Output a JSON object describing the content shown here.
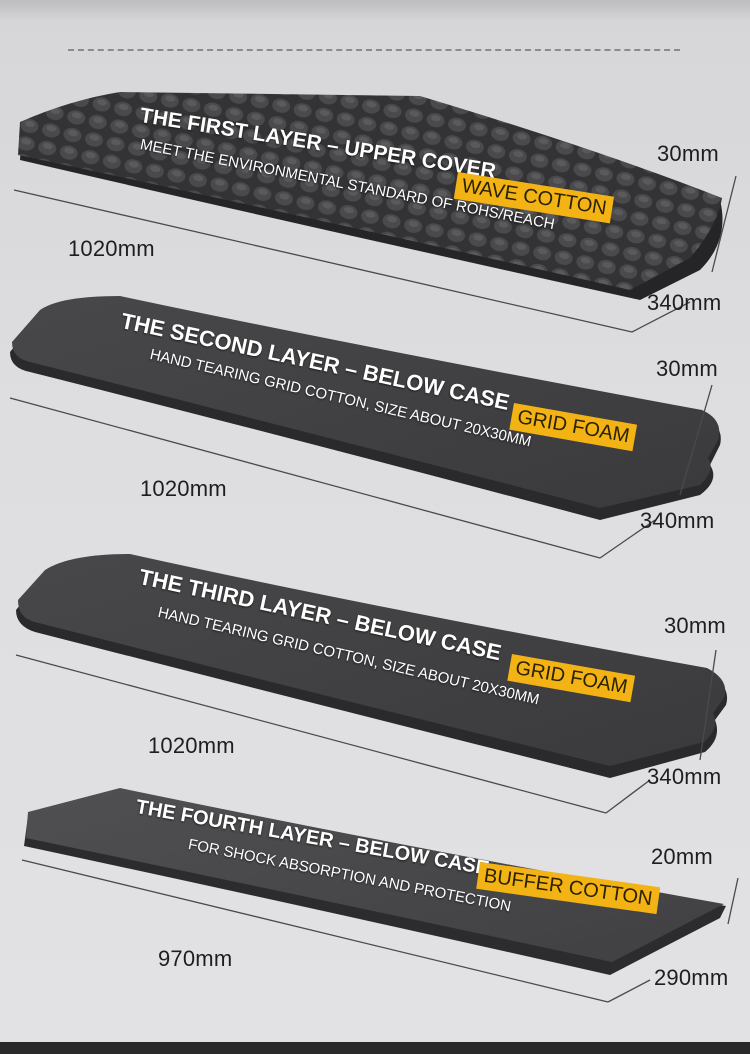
{
  "layers": [
    {
      "title": "THE FIRST LAYER – UPPER COVER",
      "subtitle": "MEET THE ENVIRONMENTAL STANDARD OF ROHS/REACH",
      "tag": "WAVE COTTON",
      "length": "1020mm",
      "thickness": "30mm",
      "width": "340mm"
    },
    {
      "title": "THE SECOND LAYER – BELOW CASE",
      "subtitle": "HAND TEARING GRID COTTON,  SIZE ABOUT 20X30MM",
      "tag": "GRID FOAM",
      "length": "1020mm",
      "thickness": "30mm",
      "width": "340mm"
    },
    {
      "title": "THE THIRD LAYER – BELOW CASE",
      "subtitle": "HAND TEARING GRID COTTON,  SIZE ABOUT 20X30MM",
      "tag": "GRID FOAM",
      "length": "1020mm",
      "thickness": "30mm",
      "width": "340mm"
    },
    {
      "title": "THE FOURTH LAYER – BELOW CASE",
      "subtitle": "FOR SHOCK ABSORPTION AND PROTECTION",
      "tag": "BUFFER COTTON",
      "length": "970mm",
      "thickness": "20mm",
      "width": "290mm"
    }
  ],
  "colors": {
    "background": "#dcdcde",
    "foam": "#3a3a3c",
    "tag": "#f3b314",
    "dimension_line": "#4a4a4a"
  }
}
